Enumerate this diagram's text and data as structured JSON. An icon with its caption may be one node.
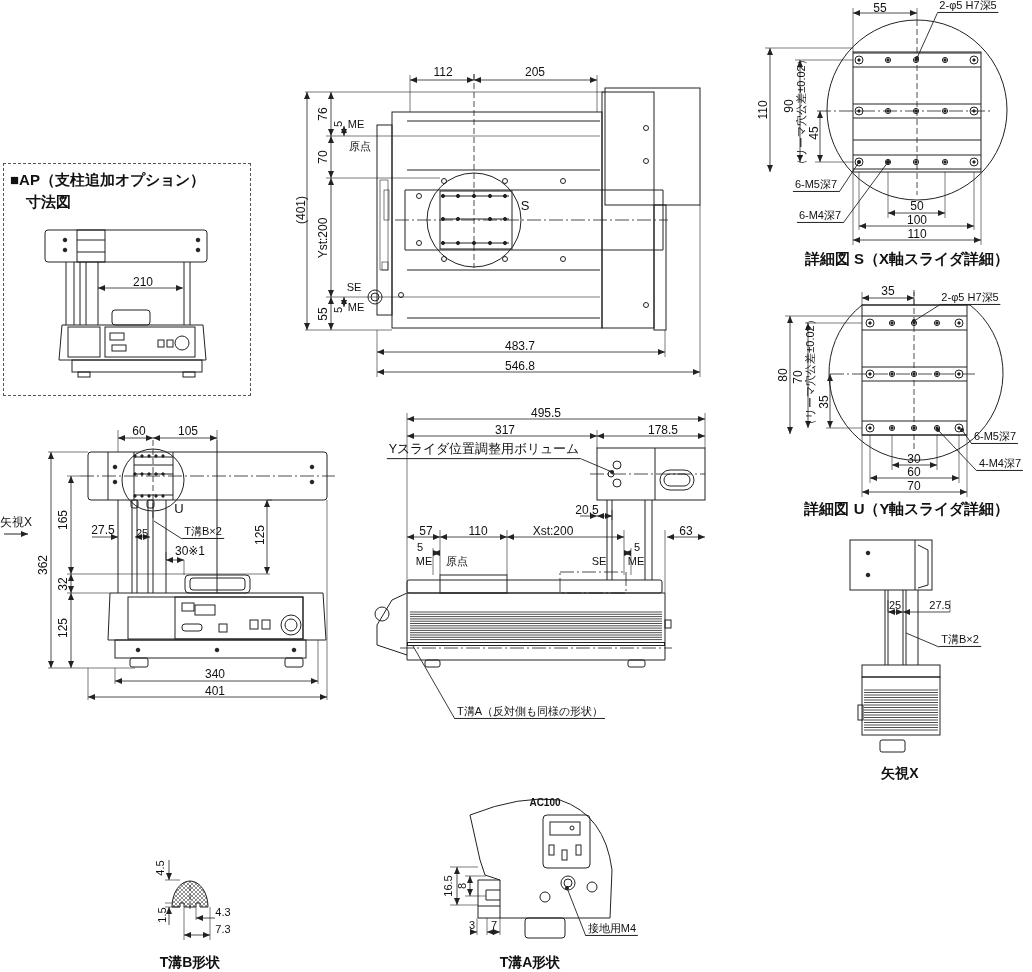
{
  "diagram": {
    "nodes": [
      {
        "text": [
          "■AP（支柱追加オプション）",
          "寸法図"
        ]
      },
      {
        "text": [
          "2-φ5 H7深5"
        ]
      },
      {
        "text": [
          "6-M5深7"
        ]
      },
      {
        "text": [
          "6-M4深7"
        ]
      },
      {
        "text": [
          "2-φ5 H7深5"
        ]
      },
      {
        "text": [
          "6-M5深7"
        ]
      },
      {
        "text": [
          "4-M4深7"
        ]
      },
      {
        "text": [
          "T溝B×2"
        ]
      },
      {
        "text": [
          "Yスライダ位置調整用ボリューム"
        ]
      },
      {
        "text": [
          "T溝A（反対側も同様の形状）"
        ]
      },
      {
        "text": [
          "T溝B×2"
        ]
      },
      {
        "text": [
          "接地用M4"
        ]
      },
      {
        "text": [],
        "shape": "bar"
      }
    ],
    "edges": [
      {
        "from": 1,
        "to": null,
        "arrow": "other"
      },
      {
        "from": 2,
        "to": null,
        "arrow": "other"
      },
      {
        "from": 3,
        "to": null,
        "arrow": "other"
      },
      {
        "from": 4,
        "to": null,
        "arrow": "other"
      },
      {
        "from": 5,
        "to": null,
        "arrow": "other"
      },
      {
        "from": 6,
        "to": null,
        "arrow": "other"
      },
      {
        "from": 7,
        "to": null,
        "arrow": "none"
      },
      {
        "from": 8,
        "to": null,
        "arrow": "other"
      },
      {
        "from": 9,
        "to": 12,
        "arrow": "none"
      },
      {
        "from": 10,
        "to": null,
        "arrow": "none"
      },
      {
        "from": 11,
        "to": null,
        "arrow": "other"
      }
    ],
    "labels": [
      "55",
      "110",
      "90",
      "（リーマ穴公差±0.02）",
      "45",
      "50",
      "100",
      "110",
      "詳細図 S（X軸スライダ詳細）",
      "35",
      "80",
      "70",
      "（リーマ穴公差±0.02）",
      "35",
      "30",
      "60",
      "70",
      "詳細図 U（Y軸スライダ詳細）",
      "112",
      "205",
      "76",
      "5",
      "ME",
      "原点",
      "70",
      "(401)",
      "Yst:200",
      "S",
      "SE",
      "5",
      "ME",
      "55",
      "483.7",
      "546.8",
      "210",
      "60",
      "105",
      "U",
      "矢視X",
      "165",
      "27.5",
      "25",
      "125",
      "30※1",
      "362",
      "32",
      "125",
      "340",
      "401",
      "495.5",
      "317",
      "178.5",
      "20.5",
      "57",
      "110",
      "Xst:200",
      "63",
      "5",
      "ME",
      "原点",
      "SE",
      "5",
      "ME",
      "25",
      "27.5",
      "矢視X",
      "4.5",
      "1.5",
      "4.3",
      "7.3",
      "T溝B形状",
      "AC100",
      "16.5",
      "8",
      "3",
      "7",
      "T溝A形状"
    ]
  }
}
